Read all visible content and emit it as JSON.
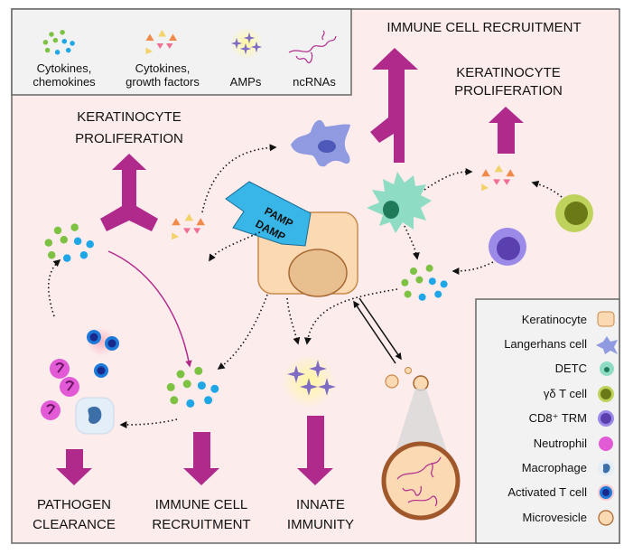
{
  "colors": {
    "panel_bg": "#fcecec",
    "legend_bg": "#f2f2f2",
    "border": "#666666",
    "arrow_magenta": "#b02a8c",
    "green_dot": "#7dc242",
    "blue_dot": "#1ea6e6",
    "pamp_blue": "#38b6e8"
  },
  "top_legend": {
    "items": [
      {
        "line1": "Cytokines,",
        "line2": "chemokines"
      },
      {
        "line1": "Cytokines,",
        "line2": "growth factors"
      },
      {
        "line1": "AMPs",
        "line2": ""
      },
      {
        "line1": "ncRNAs",
        "line2": ""
      }
    ]
  },
  "labels": {
    "immune_recruitment_top": "IMMUNE CELL RECRUITMENT",
    "keratinocyte_prolif_right_1": "KERATINOCYTE",
    "keratinocyte_prolif_right_2": "PROLIFERATION",
    "keratinocyte_prolif_left_1": "KERATINOCYTE",
    "keratinocyte_prolif_left_2": "PROLIFERATION",
    "pamp": "PAMP",
    "damp": "DAMP",
    "pathogen_1": "PATHOGEN",
    "pathogen_2": "CLEARANCE",
    "immune_bottom_1": "IMMUNE CELL",
    "immune_bottom_2": "RECRUITMENT",
    "innate_1": "INNATE",
    "innate_2": "IMMUNITY"
  },
  "cell_legend": {
    "items": [
      {
        "label": "Keratinocyte",
        "icon": "keratinocyte-icon"
      },
      {
        "label": "Langerhans cell",
        "icon": "langerhans-cell-icon"
      },
      {
        "label": "DETC",
        "icon": "detc-icon"
      },
      {
        "label": "γδ T cell",
        "icon": "gamma-delta-t-cell-icon"
      },
      {
        "label": "CD8⁺ TRM",
        "icon": "cd8-trm-icon"
      },
      {
        "label": "Neutrophil",
        "icon": "neutrophil-icon"
      },
      {
        "label": "Macrophage",
        "icon": "macrophage-icon"
      },
      {
        "label": "Activated T cell",
        "icon": "activated-t-cell-icon"
      },
      {
        "label": "Microvesicle",
        "icon": "microvesicle-icon"
      }
    ]
  }
}
